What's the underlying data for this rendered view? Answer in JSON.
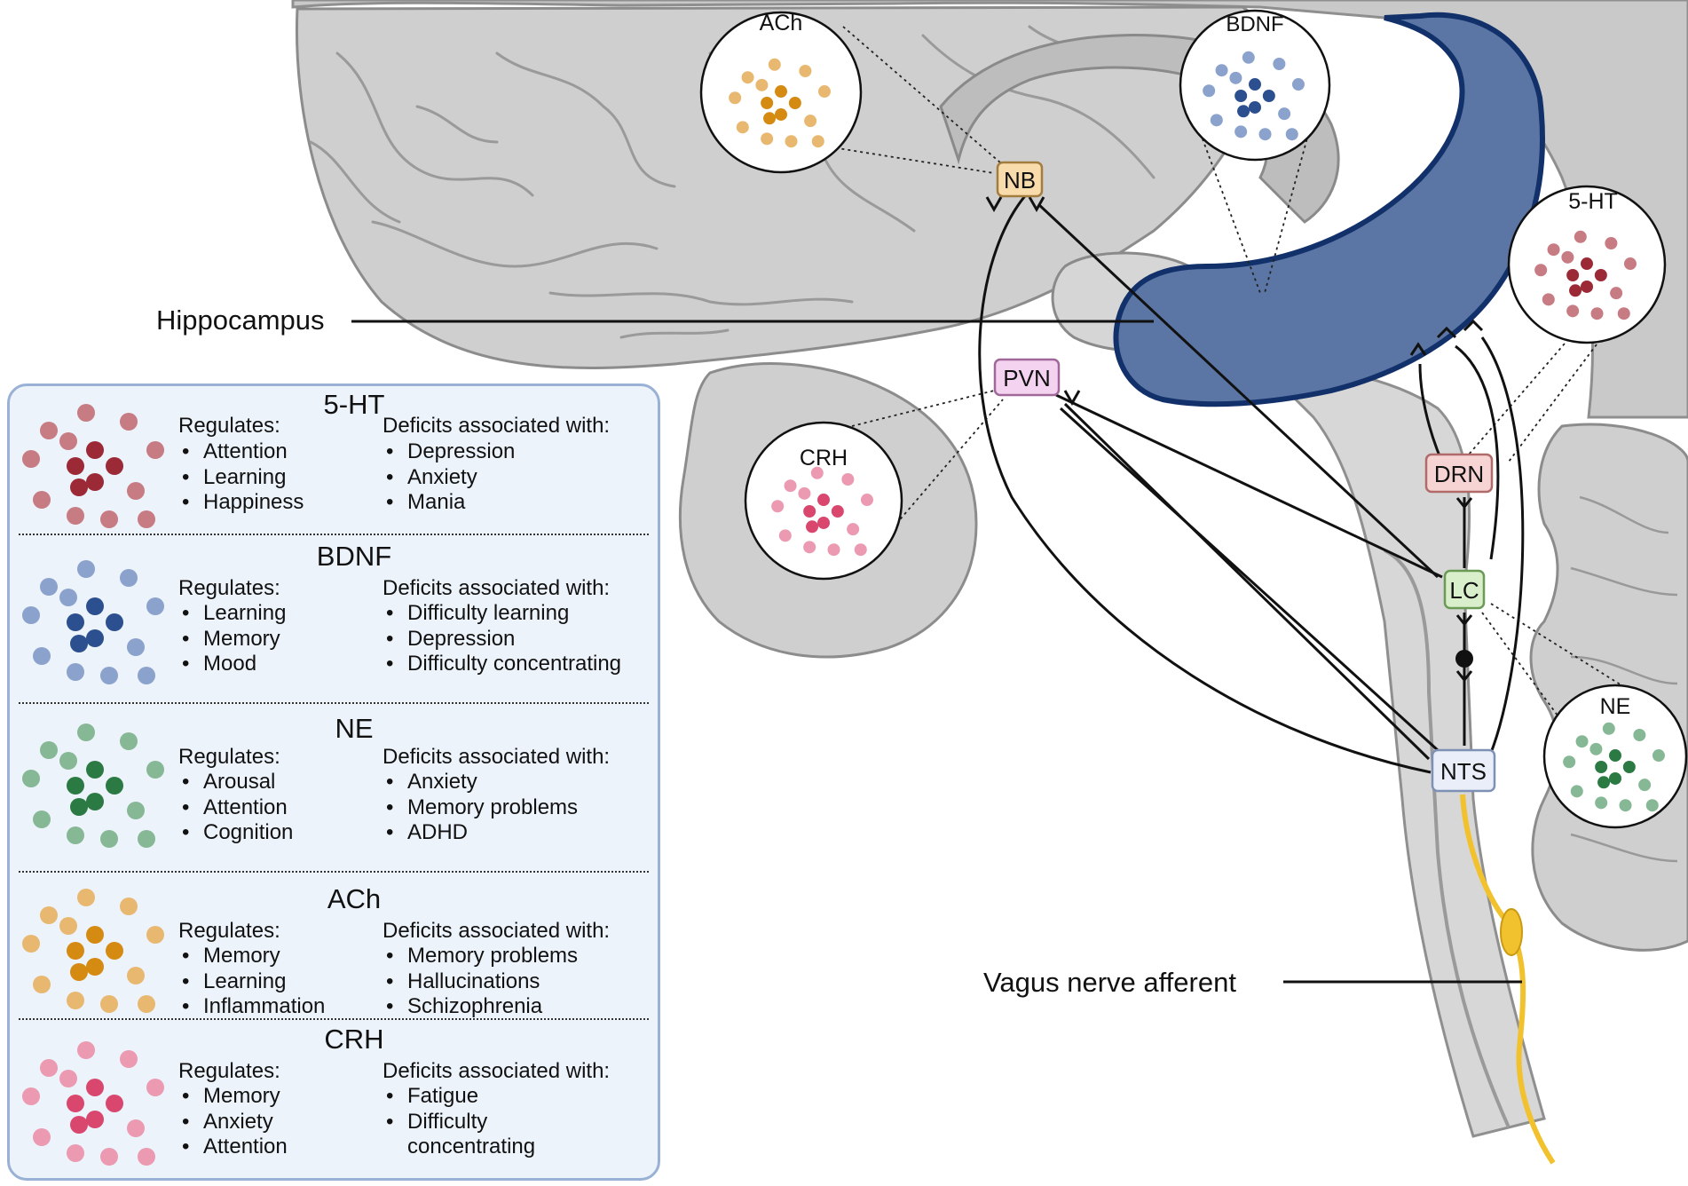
{
  "labels": {
    "hippocampus": "Hippocampus",
    "vagus": "Vagus nerve afferent"
  },
  "nuclei": {
    "nb": "NB",
    "pvn": "PVN",
    "drn": "DRN",
    "lc": "LC",
    "nts": "NTS"
  },
  "callouts": {
    "ach": "ACh",
    "bdnf": "BDNF",
    "ht": "5-HT",
    "crh": "CRH",
    "ne": "NE"
  },
  "legend": {
    "regulates_label": "Regulates:",
    "deficits_label": "Deficits associated with:",
    "sections": [
      {
        "title": "5-HT",
        "regulates": [
          "Attention",
          "Learning",
          "Happiness"
        ],
        "deficits": [
          "Depression",
          "Anxiety",
          "Mania"
        ]
      },
      {
        "title": "BDNF",
        "regulates": [
          "Learning",
          "Memory",
          "Mood"
        ],
        "deficits": [
          "Difficulty learning",
          "Depression",
          "Difficulty concentrating"
        ]
      },
      {
        "title": "NE",
        "regulates": [
          "Arousal",
          "Attention",
          "Cognition"
        ],
        "deficits": [
          "Anxiety",
          "Memory problems",
          "ADHD"
        ]
      },
      {
        "title": "ACh",
        "regulates": [
          "Memory",
          "Learning",
          "Inflammation"
        ],
        "deficits": [
          "Memory problems",
          "Hallucinations",
          "Schizophrenia"
        ]
      },
      {
        "title": "CRH",
        "regulates": [
          "Memory",
          "Anxiety",
          "Attention"
        ],
        "deficits": [
          "Fatigue",
          "Difficulty concentrating"
        ]
      }
    ]
  },
  "colors": {
    "serotonin_dark": "#9b2a36",
    "serotonin_light": "#c77b82",
    "bdnf_dark": "#2c4f8f",
    "bdnf_light": "#8aa2cc",
    "ne_dark": "#2b7a43",
    "ne_light": "#86b895",
    "ach_dark": "#d58a12",
    "ach_light": "#e8b870",
    "crh_dark": "#d9476e",
    "crh_light": "#eb9ab1",
    "hippocampus_fill": "#5b76a4",
    "hippocampus_stroke": "#12316a",
    "nb_box": "#f9dcab",
    "pvn_box": "#f4d3f0",
    "drn_box": "#f7d4d4",
    "lc_box": "#d9eecb",
    "nts_box": "#e9eef8",
    "vagus": "#f2c12e",
    "legend_bg": "#edf3fb",
    "legend_border": "#9ab1d6"
  }
}
